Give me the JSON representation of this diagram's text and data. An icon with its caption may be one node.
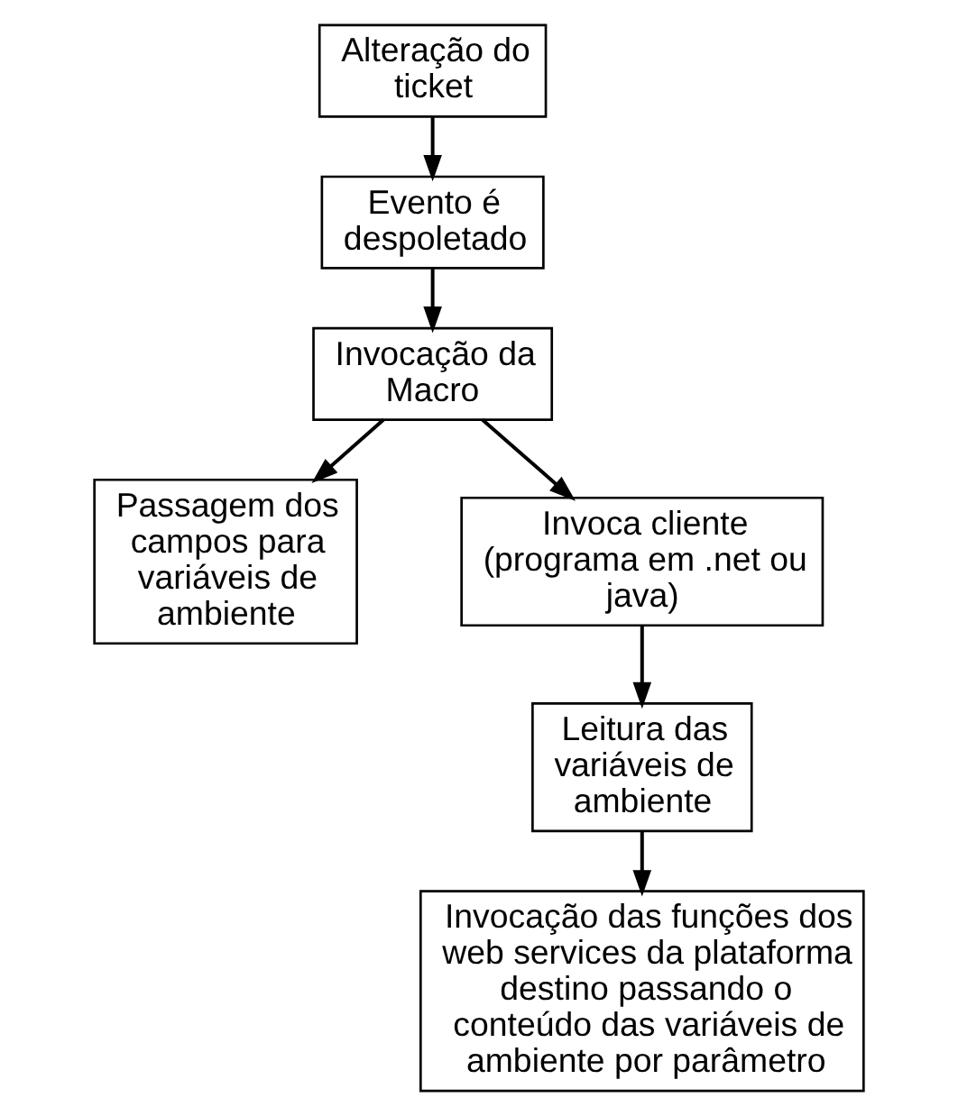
{
  "diagram": {
    "nodes": [
      {
        "text": [
          "Alteração do ticket"
        ]
      },
      {
        "text": [
          "Evento é despoletado"
        ]
      },
      {
        "text": [
          "Invocação da Macro"
        ]
      },
      {
        "text": [
          "Passagem dos campos para variáveis de ambiente"
        ]
      },
      {
        "text": [
          "Invoca cliente (programa em .net ou java)"
        ]
      },
      {
        "text": [
          "Leitura das variáveis de ambiente"
        ]
      },
      {
        "text": [
          "Invocação das funções dos web services da plataforma destino passando o conteúdo das variáveis de ambiente por parâmetro"
        ]
      }
    ],
    "edges": [
      {
        "from": 0,
        "to": 1,
        "arrow": "to"
      },
      {
        "from": 1,
        "to": 2,
        "arrow": "to"
      },
      {
        "from": 2,
        "to": 3,
        "arrow": "to"
      },
      {
        "from": 2,
        "to": 4,
        "arrow": "to"
      },
      {
        "from": 4,
        "to": 5,
        "arrow": "to"
      },
      {
        "from": 5,
        "to": 6,
        "arrow": "to"
      }
    ]
  }
}
